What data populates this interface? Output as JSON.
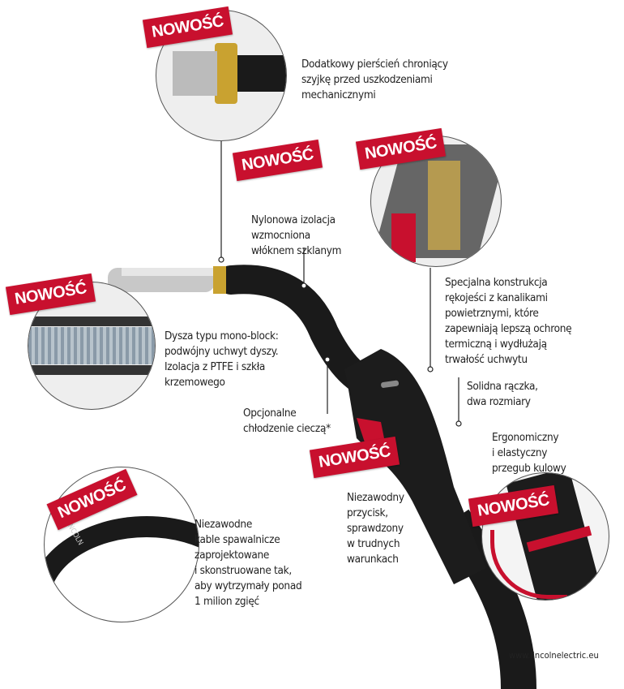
{
  "badge_label": "NOWOŚĆ",
  "colors": {
    "badge": "#c8102e",
    "torch": "#1a1a1a",
    "accent_gold": "#c9a230"
  },
  "features": [
    {
      "text": "Dodatkowy pierścień chroniący\nszyjkę przed uszkodzeniami\nmechanicznymi"
    },
    {
      "text": "Nylonowa izolacja\nwzmocniona\nwłóknem szklanym"
    },
    {
      "text": "Specjalna konstrukcja\nrękojeści z kanalikami\npowietrznymi, które\nzapewniają lepszą ochronę\ntermiczną i wydłużają\ntrwałość uchwytu"
    },
    {
      "text": "Dysza typu mono-block:\npodwójny uchwyt dyszy.\nIzolacja z PTFE i szkła\nkrzemowego"
    },
    {
      "text": "Solidna rączka,\ndwa rozmiary"
    },
    {
      "text": "Opcjonalne\nchłodzenie cieczą*"
    },
    {
      "text": "Ergonomiczny\ni elastyczny\nprzegub kulowy"
    },
    {
      "text": "Niezawodny\nprzycisk,\nsprawdzony\nw trudnych\nwarunkach"
    },
    {
      "text": "Niezawodne\nkable spawalnicze\nzaprojektowane\ni skonstruowane tak,\naby wytrzymały ponad\n1 milion zgięć"
    }
  ],
  "cable_print": "LINCOLN",
  "website": "www.lincolnelectric.eu"
}
